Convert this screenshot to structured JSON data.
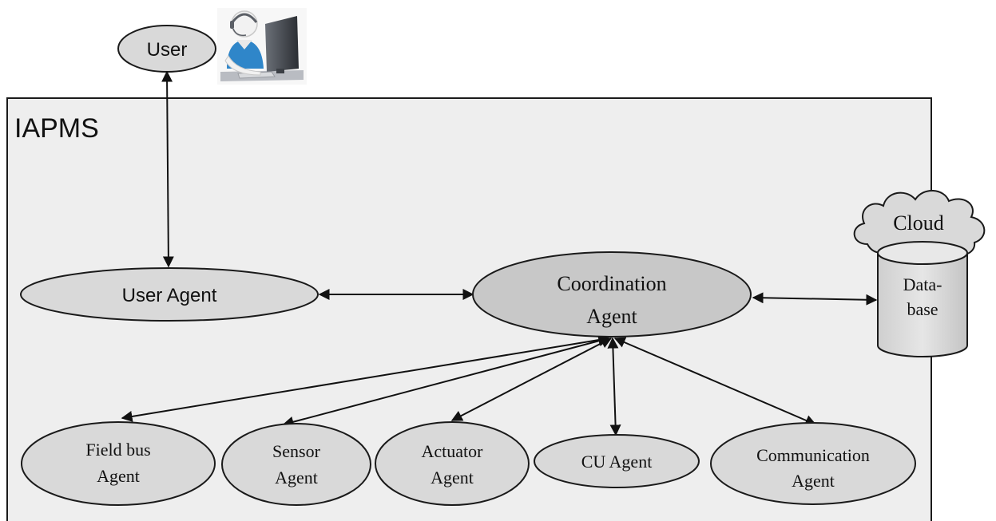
{
  "diagram": {
    "system_label": "IAPMS",
    "user": {
      "label": "User",
      "icon": "user-at-computer-icon"
    },
    "user_agent": {
      "label": "User Agent"
    },
    "coordination_agent": {
      "line1": "Coordination",
      "line2": "Agent"
    },
    "cloud": {
      "label": "Cloud"
    },
    "database": {
      "line1": "Data-",
      "line2": "base"
    },
    "agents": {
      "fieldbus": {
        "line1": "Field bus",
        "line2": "Agent"
      },
      "sensor": {
        "line1": "Sensor",
        "line2": "Agent"
      },
      "actuator": {
        "line1": "Actuator",
        "line2": "Agent"
      },
      "cu": {
        "label": "CU Agent"
      },
      "communication": {
        "line1": "Communication",
        "line2": "Agent"
      }
    },
    "colors": {
      "system_fill": "#eeeeee",
      "node_fill": "#d9d9d9",
      "coordination_fill": "#c8c8c8",
      "stroke": "#1a1a1a"
    }
  }
}
